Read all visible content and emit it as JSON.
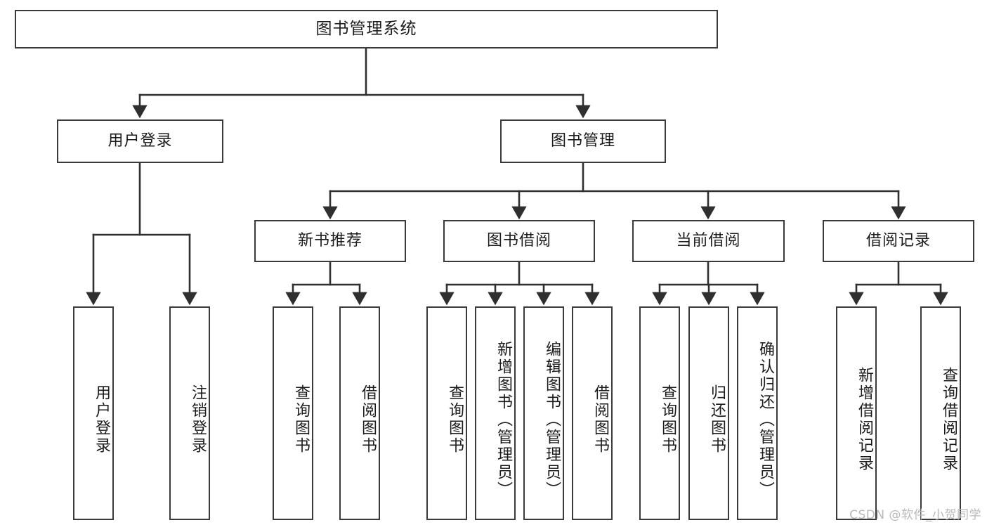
{
  "diagram": {
    "type": "tree-hierarchy-chart",
    "title": "图书管理系统",
    "orientation": "top-down",
    "colors": {
      "box_border": "#3a3a3a",
      "box_fill": "#ffffff",
      "edge": "#2f2f2f",
      "text": "#1b1b1b",
      "watermark": "#b9b9b9"
    },
    "root": {
      "label": "图书管理系统"
    },
    "level2": [
      {
        "id": "user-login",
        "label": "用户登录"
      },
      {
        "id": "book-manage",
        "label": "图书管理"
      }
    ],
    "level3": [
      {
        "id": "new-book-rec",
        "label": "新书推荐",
        "parent": "book-manage"
      },
      {
        "id": "book-borrow",
        "label": "图书借阅",
        "parent": "book-manage"
      },
      {
        "id": "current-borrow",
        "label": "当前借阅",
        "parent": "book-manage"
      },
      {
        "id": "borrow-record",
        "label": "借阅记录",
        "parent": "book-manage"
      }
    ],
    "leaves": {
      "user_login": [
        {
          "id": "leaf-user-login",
          "label": "用户登录"
        },
        {
          "id": "leaf-logout",
          "label": "注销登录"
        }
      ],
      "new_book_rec": [
        {
          "id": "leaf-query-book-1",
          "label": "查询图书"
        },
        {
          "id": "leaf-borrow-book-1",
          "label": "借阅图书"
        }
      ],
      "book_borrow": [
        {
          "id": "leaf-query-book-2",
          "label": "查询图书"
        },
        {
          "id": "leaf-add-book",
          "label": "新增图书（管理员）"
        },
        {
          "id": "leaf-edit-book",
          "label": "编辑图书（管理员）"
        },
        {
          "id": "leaf-borrow-book-2",
          "label": "借阅图书"
        }
      ],
      "current_borrow": [
        {
          "id": "leaf-query-book-3",
          "label": "查询图书"
        },
        {
          "id": "leaf-return-book",
          "label": "归还图书"
        },
        {
          "id": "leaf-confirm-return",
          "label": "确认归还（管理员）"
        }
      ],
      "borrow_record": [
        {
          "id": "leaf-add-record",
          "label": "新增借阅记录"
        },
        {
          "id": "leaf-query-record",
          "label": "查询借阅记录"
        }
      ]
    },
    "watermark": "CSDN @软件_小贺同学"
  }
}
